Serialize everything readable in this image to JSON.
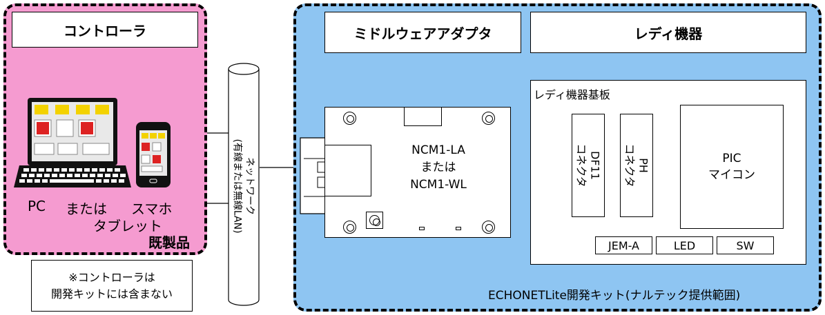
{
  "controller": {
    "title": "コントローラ",
    "pc_label": "PC",
    "or_label": "または",
    "smartphone_label": "スマホ",
    "tablet_label": "タブレット",
    "commercial_label": "既製品",
    "note": [
      "※コントローラは",
      "開発キットには含まない"
    ]
  },
  "network": {
    "label": "ネットワーク",
    "sublabel": "(有線または無線LAN)"
  },
  "kit": {
    "adapter_title": "ミドルウェアアダプタ",
    "ready_title": "レディ機器",
    "board_title": "レディ機器基板",
    "module_lines": [
      "NCM1-LA",
      "または",
      "NCM1-WL"
    ],
    "df11_label": "DF11",
    "ph_label": "PH",
    "connector_label": "コネクタ",
    "pic_lines": [
      "PIC",
      "マイコン"
    ],
    "bottom_items": [
      "JEM-A",
      "LED",
      "SW"
    ],
    "footer": "ECHONETLite開発キット(ナルテック提供範囲)"
  },
  "colors": {
    "controller_bg": "#f59bd0",
    "kit_bg": "#8ec5f2"
  }
}
